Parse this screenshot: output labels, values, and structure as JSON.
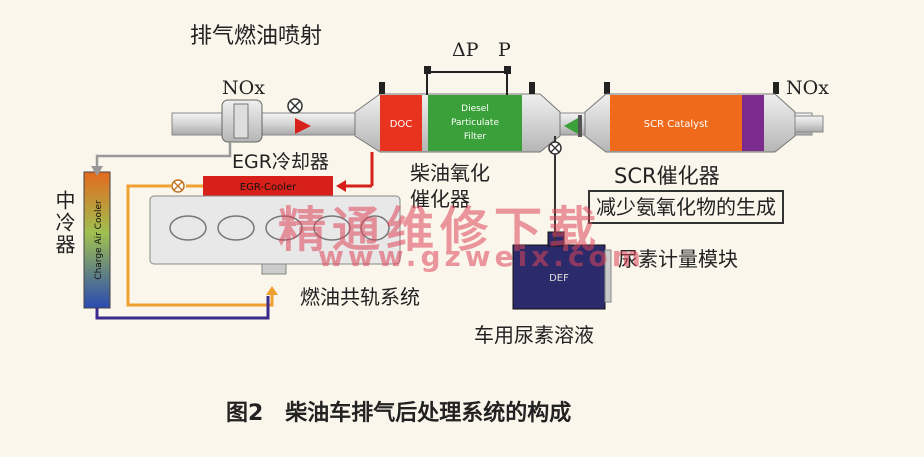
{
  "header": {
    "title": "排气燃油喷射"
  },
  "labels": {
    "nox_left": "NOx",
    "nox_right": "NOx",
    "delta_p": "ΔP",
    "p": "P",
    "egr_cooler_cn": "EGR冷却器",
    "doc_cn": "柴油氧化催化器",
    "scr_cn": "SCR催化器",
    "scr_note": "减少氨氧化物的生成",
    "dosing_module": "尿素计量模块",
    "rail_system": "燃油共轨系统",
    "urea_solution": "车用尿素溶液",
    "intercooler_cn": "中冷器"
  },
  "components": {
    "doc": "DOC",
    "dpf": "Diesel Particulate Filter",
    "scr": "SCR Catalyst",
    "egr": "EGR-Cooler",
    "intercooler": "Charge Air Cooler",
    "def": "DEF"
  },
  "caption": {
    "text": "图2　柴油车排气后处理系统的构成"
  },
  "watermark": {
    "cn": "精通维修下载",
    "url": "www.gzweix.com"
  },
  "colors": {
    "doc": "#e8341f",
    "dpf": "#3aa03a",
    "scr": "#f06a1c",
    "egr": "#d8201a",
    "intercooler_top": "#e36a1e",
    "intercooler_bottom": "#2a4bb0"
  }
}
